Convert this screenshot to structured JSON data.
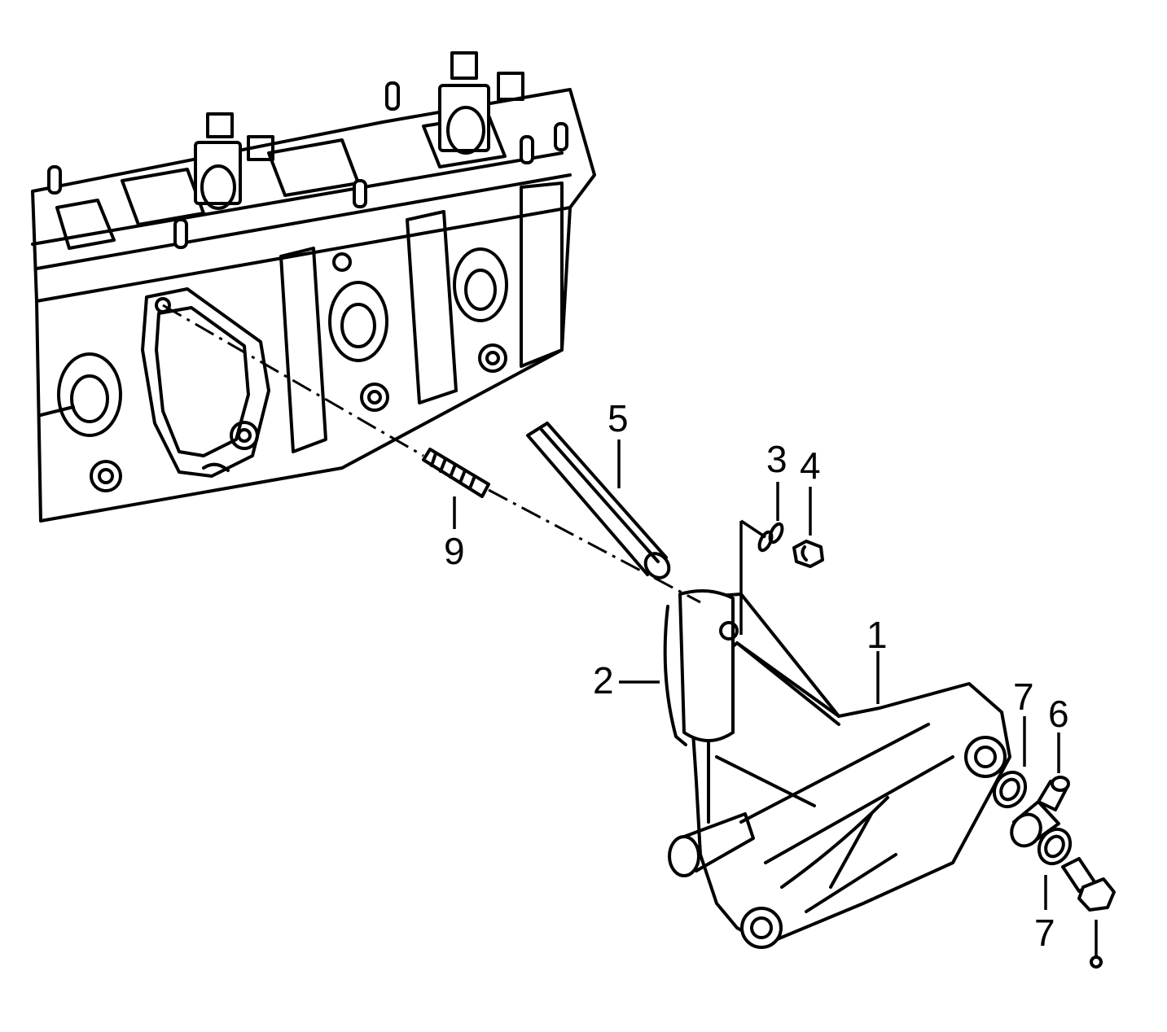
{
  "diagram": {
    "callouts": [
      {
        "id": "callout-1",
        "label": "1"
      },
      {
        "id": "callout-2",
        "label": "2"
      },
      {
        "id": "callout-3",
        "label": "3"
      },
      {
        "id": "callout-4",
        "label": "4"
      },
      {
        "id": "callout-5",
        "label": "5"
      },
      {
        "id": "callout-6",
        "label": "6"
      },
      {
        "id": "callout-7a",
        "label": "7"
      },
      {
        "id": "callout-7b",
        "label": "7"
      },
      {
        "id": "callout-9",
        "label": "9"
      }
    ]
  }
}
